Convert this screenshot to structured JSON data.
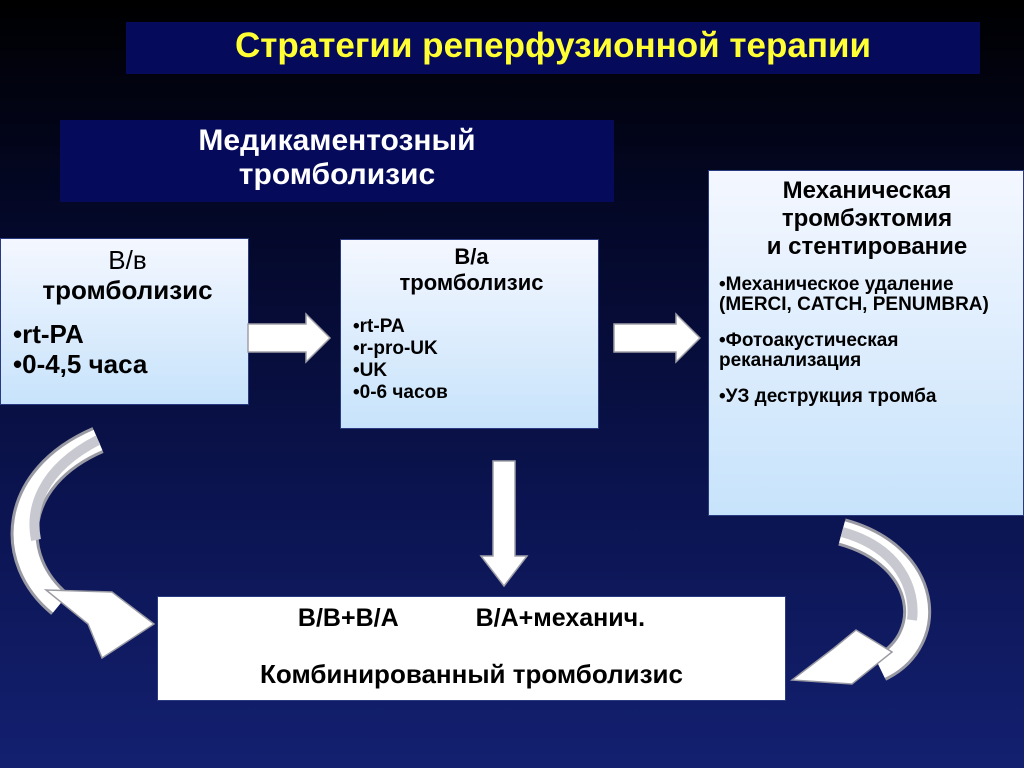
{
  "title": "Стратегии реперфузионной терапии",
  "header": {
    "line1": "Медикаментозный",
    "line2": "тромболизис"
  },
  "iv": {
    "title_line1": "В/в",
    "title_line2": "тромболизис",
    "items": [
      "•rt-PA",
      "•0-4,5 часа"
    ]
  },
  "ia": {
    "title_line1": "В/а",
    "title_line2": "тромболизис",
    "items": [
      "•rt-PA",
      "•r-pro-UK",
      "•UK",
      "•0-6 часов"
    ]
  },
  "mech": {
    "title_line1": "Механическая",
    "title_line2": "тромбэктомия",
    "title_line3": "и стентирование",
    "items": [
      "•Механическое удаление (MERCI, CATCH, PENUMBRA)",
      "•Фотоакустическая реканализация",
      "•УЗ деструкция тромба"
    ]
  },
  "combined": {
    "option1": "В/В+В/А",
    "option2": "В/А+механич.",
    "label": "Комбинированный тромболизис"
  },
  "colors": {
    "title_text": "#ffff33",
    "dark_box": "#050a5a",
    "card_top": "#f4f7ff",
    "card_bottom": "#c7e3fb",
    "arrow_fill": "#ffffff",
    "arrow_shadow": "#b8b8c0"
  }
}
